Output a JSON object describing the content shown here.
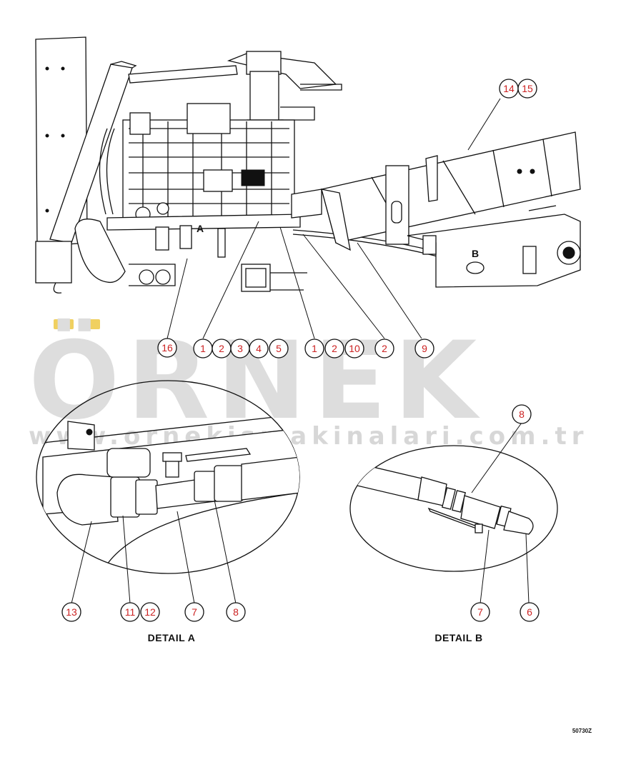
{
  "watermark": {
    "brand": "ÖRNEK",
    "url": "www.ornekismakinalari.com.tr",
    "accent_color": "#f0d060",
    "text_color": "#dddddd"
  },
  "drawing_number": "50730Z",
  "main_view": {
    "location_labels": [
      {
        "id": "a",
        "text": "A"
      },
      {
        "id": "b",
        "text": "B"
      }
    ],
    "callouts": [
      {
        "id": "c16",
        "label": "16"
      },
      {
        "id": "c1a",
        "label": "1"
      },
      {
        "id": "c2a",
        "label": "2"
      },
      {
        "id": "c3",
        "label": "3"
      },
      {
        "id": "c4",
        "label": "4"
      },
      {
        "id": "c5",
        "label": "5"
      },
      {
        "id": "c1b",
        "label": "1"
      },
      {
        "id": "c2b",
        "label": "2"
      },
      {
        "id": "c10",
        "label": "10"
      },
      {
        "id": "c2c",
        "label": "2"
      },
      {
        "id": "c9",
        "label": "9"
      },
      {
        "id": "c14",
        "label": "14"
      },
      {
        "id": "c15",
        "label": "15"
      }
    ]
  },
  "detail_a": {
    "title": "DETAIL A",
    "callouts": [
      {
        "id": "a13",
        "label": "13"
      },
      {
        "id": "a11",
        "label": "11"
      },
      {
        "id": "a12",
        "label": "12"
      },
      {
        "id": "a7",
        "label": "7"
      },
      {
        "id": "a8",
        "label": "8"
      }
    ]
  },
  "detail_b": {
    "title": "DETAIL B",
    "callouts": [
      {
        "id": "b8",
        "label": "8"
      },
      {
        "id": "b7",
        "label": "7"
      },
      {
        "id": "b6",
        "label": "6"
      }
    ]
  }
}
